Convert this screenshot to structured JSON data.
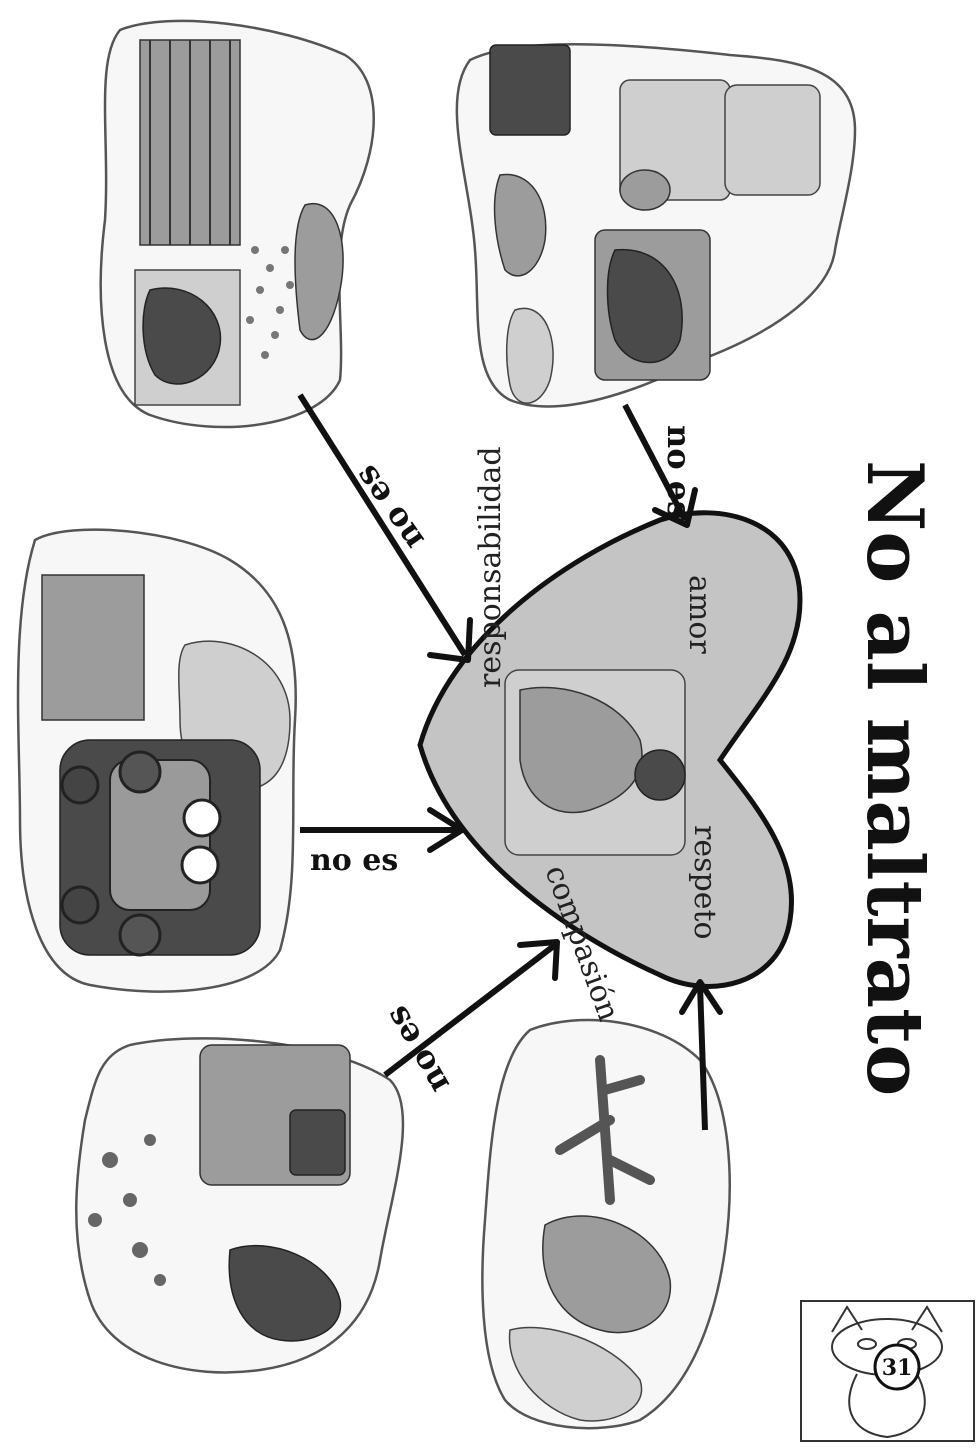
{
  "title": "No al maltrato",
  "heart": {
    "words": [
      "responsabilidad",
      "amor",
      "respeto",
      "compasión"
    ]
  },
  "arrows": {
    "top_left": "no es",
    "top_right": "no es",
    "middle_left": "no es",
    "bottom_left": "no es"
  },
  "clusters": {
    "top_left": {
      "images": [
        "animals-behind-bars",
        "elephant-in-cage",
        "trap-with-pellets"
      ]
    },
    "top_right": {
      "images": [
        "dog-on-chain",
        "doghouse",
        "animal-in-pot",
        "pot-icon",
        "sad-dog",
        "melon"
      ]
    },
    "middle_left": {
      "images": [
        "animal-photo",
        "elephant-chained",
        "cartoon-car"
      ]
    },
    "bottom_left": {
      "images": [
        "man-with-hat-kicking-dog",
        "dog-silhouette",
        "birds-scattering"
      ]
    },
    "bottom_right": {
      "images": [
        "man-climbing-tree",
        "monkey-on-branch",
        "bare-tree"
      ]
    }
  },
  "page_number": "31",
  "colors": {
    "heart_fill": "#c4c4c4",
    "blob_fill": "#f7f7f7",
    "arrow": "#111111"
  }
}
